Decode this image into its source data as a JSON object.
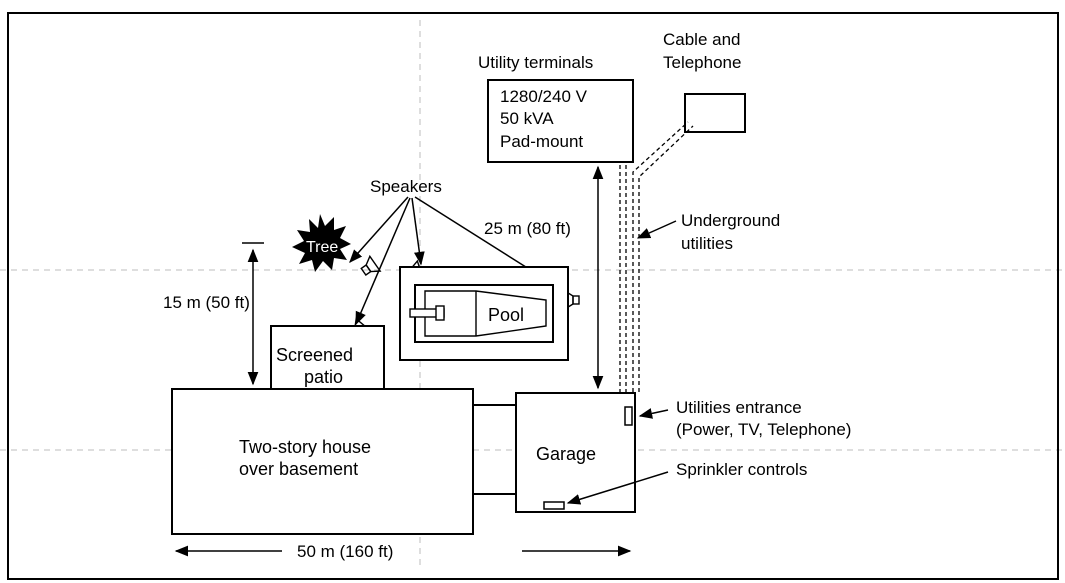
{
  "labels": {
    "utility_terminals": "Utility terminals",
    "transformer_line1": "1280/240 V",
    "transformer_line2": "50 kVA",
    "transformer_line3": "Pad-mount",
    "cable_line1": "Cable and",
    "cable_line2": "Telephone",
    "speakers": "Speakers",
    "tree": "Tree",
    "distance_25m": "25 m (80 ft)",
    "underground_line1": "Underground",
    "underground_line2": "utilities",
    "distance_15m": "15 m (50 ft)",
    "pool": "Pool",
    "patio_line1": "Screened",
    "patio_line2": "patio",
    "house_line1": "Two-story house",
    "house_line2": "over basement",
    "garage": "Garage",
    "entrance_line1": "Utilities entrance",
    "entrance_line2": "(Power, TV, Telephone)",
    "sprinkler": "Sprinkler controls",
    "distance_50m": "50 m (160 ft)"
  },
  "icons": [
    "speaker-icon",
    "tree-icon",
    "arrowhead-icon"
  ]
}
